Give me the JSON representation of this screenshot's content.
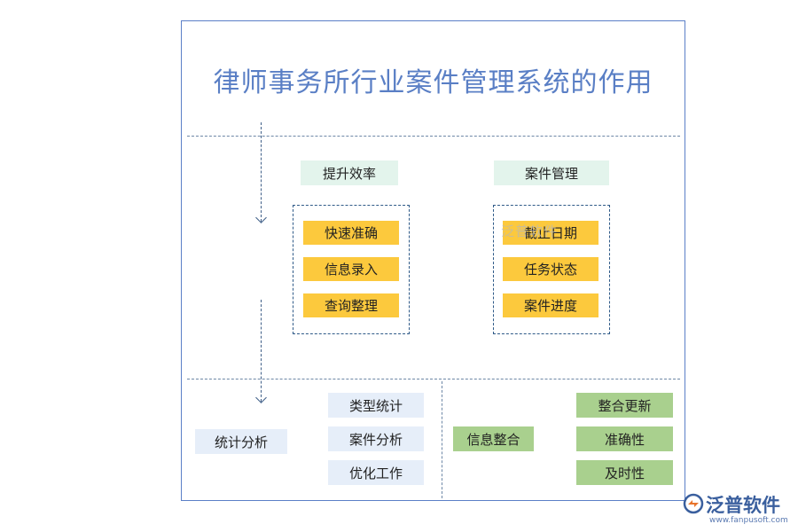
{
  "title": "律师事务所行业案件管理系统的作用",
  "efficiency": {
    "header": "提升效率",
    "items": [
      "快速准确",
      "信息录入",
      "查询整理"
    ]
  },
  "case_mgmt": {
    "header": "案件管理",
    "items": [
      "截止日期",
      "任务状态",
      "案件进度"
    ]
  },
  "stats": {
    "header": "统计分析",
    "items": [
      "类型统计",
      "案件分析",
      "优化工作"
    ]
  },
  "integration": {
    "header": "信息整合",
    "items": [
      "整合更新",
      "准确性",
      "及时性"
    ]
  },
  "watermark": "泛普软件",
  "logo": {
    "name": "泛普软件",
    "url": "www.fanpusoft.com"
  }
}
